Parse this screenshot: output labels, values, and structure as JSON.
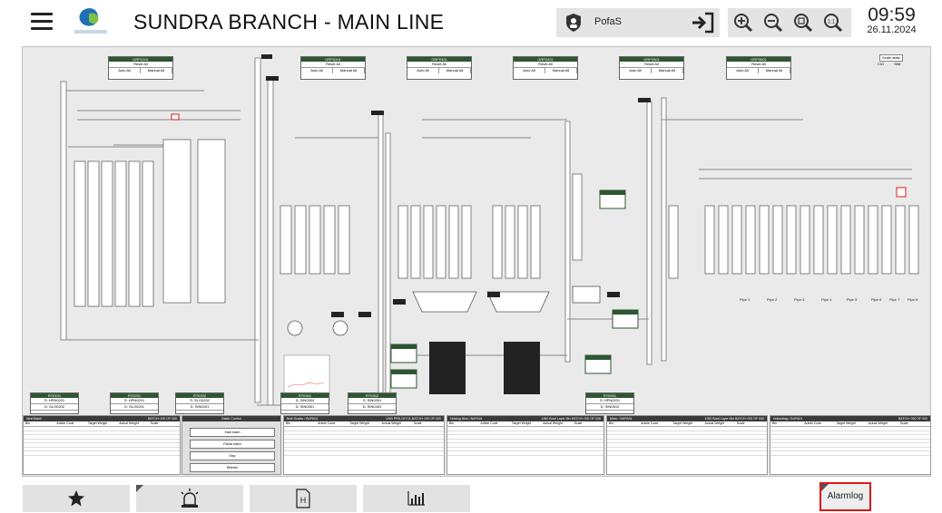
{
  "header": {
    "title": "SUNDRA BRANCH - MAIN LINE",
    "user": "PofaS",
    "time": "09:59",
    "date": "26.11.2024"
  },
  "colors": {
    "accent_green": "#2e5631",
    "alarm_red": "#e01818",
    "panel_bg": "#eaeaea",
    "logo_blue": "#1e6fb5"
  },
  "icons": {
    "menu": "hamburger-icon",
    "user": "user-shield-icon",
    "logout": "logout-icon",
    "zoom_in": "zoom-in-icon",
    "zoom_out": "zoom-out-icon",
    "zoom_fit": "zoom-fit-icon",
    "zoom_reset": "zoom-1-1-icon"
  },
  "control_blocks": [
    {
      "name": "GRP0101",
      "reset": "Reset All",
      "auto": "Auto All",
      "manual": "Manual All"
    },
    {
      "name": "GRP0201",
      "reset": "Reset All",
      "auto": "Auto All",
      "manual": "Manual All"
    },
    {
      "name": "GRP0301",
      "reset": "Reset All",
      "auto": "Auto All",
      "manual": "Manual All"
    },
    {
      "name": "GRP0401",
      "reset": "Reset All",
      "auto": "Auto All",
      "manual": "Manual All"
    },
    {
      "name": "GRP0501",
      "reset": "Reset All",
      "auto": "Auto All",
      "manual": "Manual All"
    },
    {
      "name": "GRP0601",
      "reset": "Reset All",
      "auto": "Auto All",
      "manual": "Manual All"
    }
  ],
  "rt_blocks": [
    {
      "name": "RT0101",
      "a": "S: HPN0201",
      "b": "D: SLO0202"
    },
    {
      "name": "RT0201",
      "a": "S: HPN0201",
      "b": "D: SLO0201"
    },
    {
      "name": "RT0202",
      "a": "S: SLO0202",
      "b": "D: SIN0201"
    },
    {
      "name": "RT0301",
      "a": "S: SIN0304",
      "b": "D: SIN0301"
    },
    {
      "name": "RT0302",
      "a": "S: SIN0301",
      "b": "D: SIN0402"
    },
    {
      "name": "RT0501",
      "a": "S: HPN0201",
      "b": "D: SIN0510"
    }
  ],
  "pipes": [
    "Pipe 1",
    "Pipe 2",
    "Pipe 3",
    "Pipe 4",
    "Pipe 5",
    "Pipe 6",
    "Pipe 7",
    "Pipe 8"
  ],
  "scale_info": {
    "label": "Scale state",
    "a": "CIO",
    "b": "SIM"
  },
  "panels": {
    "next_batch": {
      "title": "Next Batch",
      "batch": "BATCH: 000 OF 000",
      "cols": [
        "Bin",
        "Article Code",
        "Target Weight",
        "Actual Weight",
        "Scale"
      ]
    },
    "batch_control": {
      "title": "Batch Control",
      "buttons": [
        "Start batch",
        "Pause batch",
        "Stop",
        "Refresh"
      ]
    },
    "bulk_scales": {
      "title": "Bulk Scales / BUPA01",
      "batch": "1260 PRD-007/11-BATCH: 000 OF 000",
      "cols": [
        "Bin",
        "Article Code",
        "Target Weight",
        "Actual Weight",
        "Scale"
      ]
    },
    "holding_bins": {
      "title": "Holding Bins / BUPA01",
      "batch": "1260 Bowl Layer Mix BATCH: 002 OF 006",
      "cols": [
        "Bin",
        "Article Code",
        "Target Weight",
        "Actual Weight",
        "Scale"
      ]
    },
    "mixer": {
      "title": "Mixer / BUPA01",
      "batch": "1260 Bowl Layer Mix BATCH: 002 OF 006",
      "cols": [
        "Bin",
        "Article Code",
        "Target Weight",
        "Actual Weight",
        "Scale"
      ]
    },
    "hollowbag": {
      "title": "Hollowbag / BUPA01",
      "batch": "BATCH: 000 OF 000",
      "cols": [
        "Bin",
        "Article Code",
        "Target Weight",
        "Actual Weight",
        "Scale"
      ]
    }
  },
  "bottom_nav": {
    "favorites_icon": "star-icon",
    "alarm_icon": "siren-icon",
    "history_icon": "document-h-icon",
    "trend_icon": "bar-chart-icon",
    "alarmlog": "Alarmlog"
  }
}
